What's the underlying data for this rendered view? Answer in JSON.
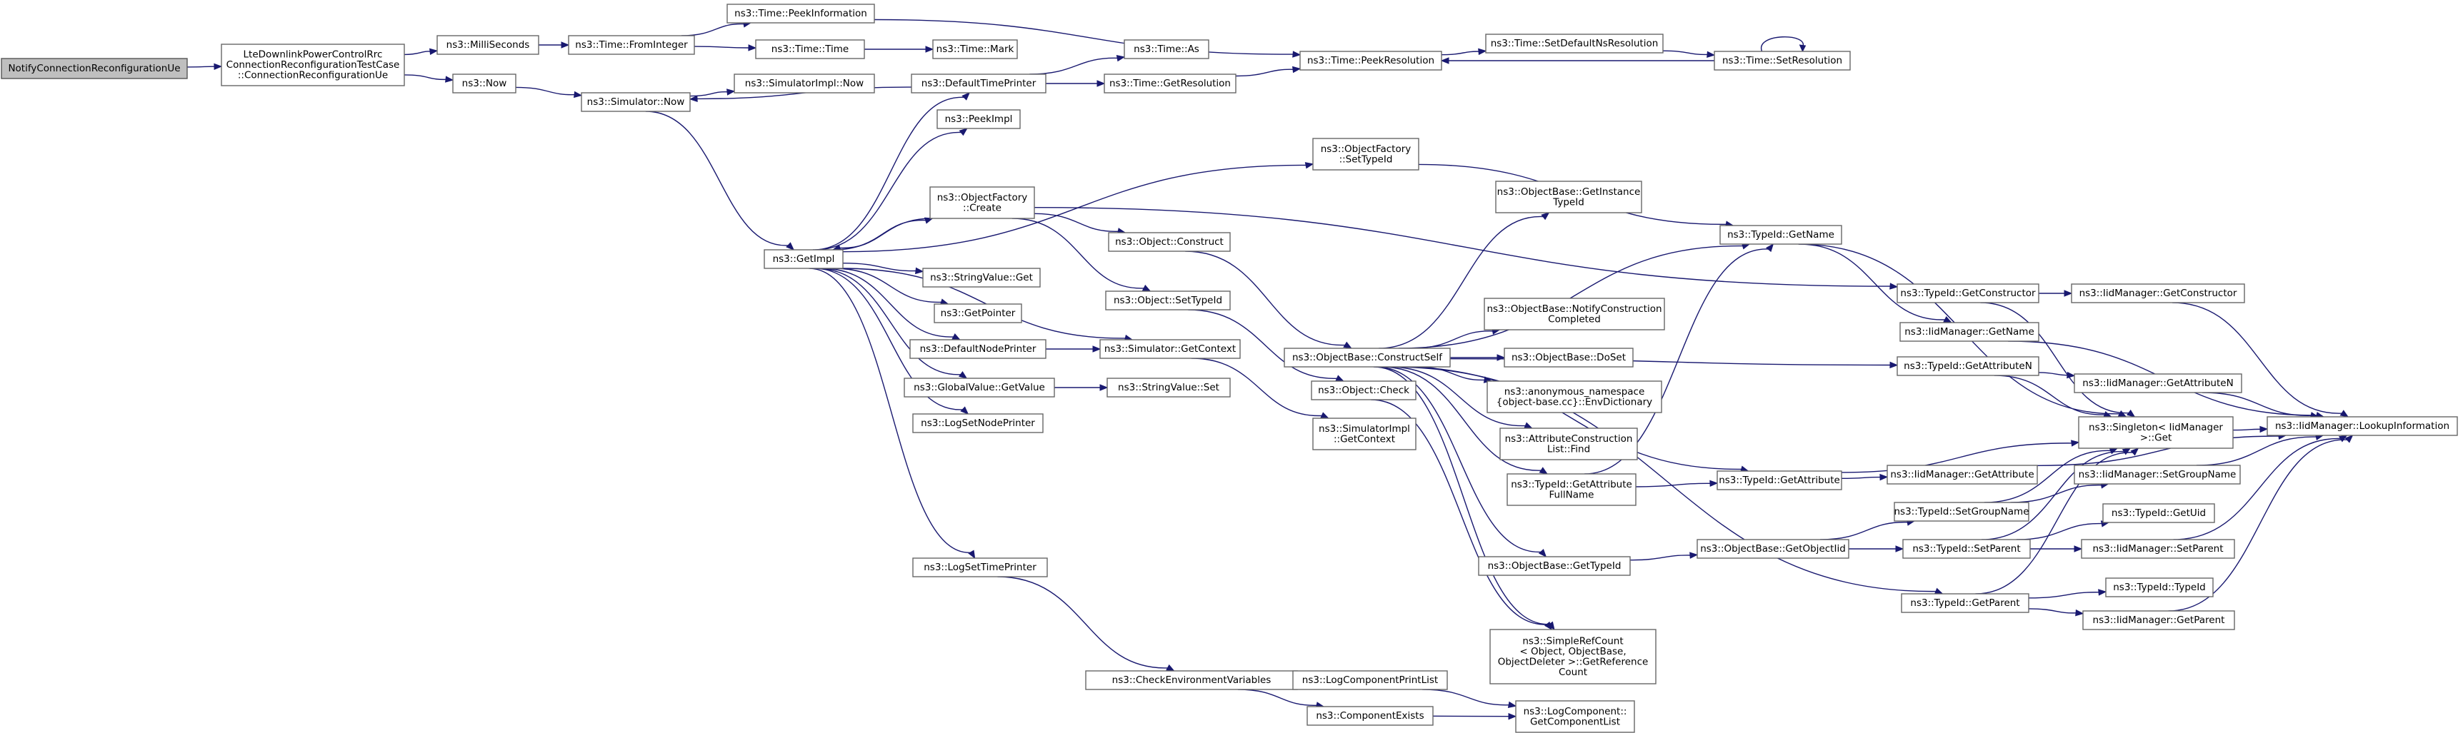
{
  "colors": {
    "edge": "#191970",
    "node_border": "#666666",
    "root_fill": "#bfbfbf",
    "node_fill": "#ffffff"
  },
  "nodes": [
    {
      "id": "n0",
      "lines": [
        "NotifyConnectionReconfigurationUe"
      ],
      "root": true
    },
    {
      "id": "n1",
      "lines": [
        "LteDownlinkPowerControlRrc",
        "ConnectionReconfigurationTestCase",
        "::ConnectionReconfigurationUe"
      ]
    },
    {
      "id": "n2",
      "lines": [
        "ns3::MilliSeconds"
      ]
    },
    {
      "id": "n3",
      "lines": [
        "ns3::Now"
      ]
    },
    {
      "id": "n4",
      "lines": [
        "ns3::Time::FromInteger"
      ]
    },
    {
      "id": "n5",
      "lines": [
        "ns3::Time::PeekInformation"
      ]
    },
    {
      "id": "n6",
      "lines": [
        "ns3::Time::Time"
      ]
    },
    {
      "id": "n7",
      "lines": [
        "ns3::Time::Mark"
      ]
    },
    {
      "id": "n8",
      "lines": [
        "ns3::Simulator::Now"
      ]
    },
    {
      "id": "n9",
      "lines": [
        "ns3::SimulatorImpl::Now"
      ]
    },
    {
      "id": "n10",
      "lines": [
        "ns3::DefaultTimePrinter"
      ]
    },
    {
      "id": "n11",
      "lines": [
        "ns3::Time::As"
      ]
    },
    {
      "id": "n12",
      "lines": [
        "ns3::Time::GetResolution"
      ]
    },
    {
      "id": "n13",
      "lines": [
        "ns3::Time::PeekResolution"
      ]
    },
    {
      "id": "n14",
      "lines": [
        "ns3::Time::SetDefaultNsResolution"
      ]
    },
    {
      "id": "n15",
      "lines": [
        "ns3::Time::SetResolution"
      ]
    },
    {
      "id": "n16",
      "lines": [
        "ns3::PeekImpl"
      ]
    },
    {
      "id": "n17",
      "lines": [
        "ns3::ObjectFactory",
        "::SetTypeId"
      ]
    },
    {
      "id": "n18",
      "lines": [
        "ns3::ObjectFactory",
        "::Create"
      ]
    },
    {
      "id": "n19",
      "lines": [
        "ns3::GetImpl"
      ]
    },
    {
      "id": "n20",
      "lines": [
        "ns3::StringValue::Get"
      ]
    },
    {
      "id": "n21",
      "lines": [
        "ns3::GetPointer"
      ]
    },
    {
      "id": "n22",
      "lines": [
        "ns3::DefaultNodePrinter"
      ]
    },
    {
      "id": "n23",
      "lines": [
        "ns3::GlobalValue::GetValue"
      ]
    },
    {
      "id": "n24",
      "lines": [
        "ns3::LogSetNodePrinter"
      ]
    },
    {
      "id": "n25",
      "lines": [
        "ns3::LogSetTimePrinter"
      ]
    },
    {
      "id": "n26",
      "lines": [
        "ns3::Object::Construct"
      ]
    },
    {
      "id": "n27",
      "lines": [
        "ns3::Object::SetTypeId"
      ]
    },
    {
      "id": "n28",
      "lines": [
        "ns3::Simulator::GetContext"
      ]
    },
    {
      "id": "n29",
      "lines": [
        "ns3::StringValue::Set"
      ]
    },
    {
      "id": "n30",
      "lines": [
        "ns3::ObjectBase::ConstructSelf"
      ]
    },
    {
      "id": "n31",
      "lines": [
        "ns3::Object::Check"
      ]
    },
    {
      "id": "n32",
      "lines": [
        "ns3::SimulatorImpl",
        "::GetContext"
      ]
    },
    {
      "id": "n33",
      "lines": [
        "ns3::ObjectBase::GetInstance",
        "TypeId"
      ]
    },
    {
      "id": "n34",
      "lines": [
        "ns3::TypeId::GetName"
      ]
    },
    {
      "id": "n35",
      "lines": [
        "ns3::ObjectBase::NotifyConstruction",
        "Completed"
      ]
    },
    {
      "id": "n36",
      "lines": [
        "ns3::ObjectBase::DoSet"
      ]
    },
    {
      "id": "n37",
      "lines": [
        "ns3::anonymous_namespace",
        "{object-base.cc}::EnvDictionary"
      ]
    },
    {
      "id": "n38",
      "lines": [
        "ns3::AttributeConstruction",
        "List::Find"
      ]
    },
    {
      "id": "n39",
      "lines": [
        "ns3::TypeId::GetAttribute",
        "FullName"
      ]
    },
    {
      "id": "n40",
      "lines": [
        "ns3::ObjectBase::GetTypeId"
      ]
    },
    {
      "id": "n41",
      "lines": [
        "ns3::SimpleRefCount",
        "< Object, ObjectBase,",
        "ObjectDeleter >::GetReference",
        "Count"
      ]
    },
    {
      "id": "n42",
      "lines": [
        "ns3::TypeId::GetConstructor"
      ]
    },
    {
      "id": "n43",
      "lines": [
        "ns3::IidManager::GetName"
      ]
    },
    {
      "id": "n44",
      "lines": [
        "ns3::TypeId::GetAttributeN"
      ]
    },
    {
      "id": "n45",
      "lines": [
        "ns3::TypeId::GetAttribute"
      ]
    },
    {
      "id": "n46",
      "lines": [
        "ns3::IidManager::GetAttribute"
      ]
    },
    {
      "id": "n47",
      "lines": [
        "ns3::TypeId::SetGroupName"
      ]
    },
    {
      "id": "n48",
      "lines": [
        "ns3::ObjectBase::GetObjectIid"
      ]
    },
    {
      "id": "n49",
      "lines": [
        "ns3::TypeId::SetParent"
      ]
    },
    {
      "id": "n50",
      "lines": [
        "ns3::TypeId::GetParent"
      ]
    },
    {
      "id": "n51",
      "lines": [
        "ns3::IidManager::GetConstructor"
      ]
    },
    {
      "id": "n52",
      "lines": [
        "ns3::Singleton< IidManager",
        " >::Get"
      ]
    },
    {
      "id": "n53",
      "lines": [
        "ns3::IidManager::GetAttributeN"
      ]
    },
    {
      "id": "n54",
      "lines": [
        "ns3::IidManager::SetGroupName"
      ]
    },
    {
      "id": "n55",
      "lines": [
        "ns3::TypeId::GetUid"
      ]
    },
    {
      "id": "n56",
      "lines": [
        "ns3::IidManager::SetParent"
      ]
    },
    {
      "id": "n57",
      "lines": [
        "ns3::TypeId::TypeId"
      ]
    },
    {
      "id": "n58",
      "lines": [
        "ns3::IidManager::GetParent"
      ]
    },
    {
      "id": "n59",
      "lines": [
        "ns3::IidManager::LookupInformation"
      ]
    },
    {
      "id": "n60",
      "lines": [
        "ns3::CheckEnvironmentVariables"
      ]
    },
    {
      "id": "n61",
      "lines": [
        "ns3::LogComponentPrintList"
      ]
    },
    {
      "id": "n62",
      "lines": [
        "ns3::ComponentExists"
      ]
    },
    {
      "id": "n63",
      "lines": [
        "ns3::LogComponent::",
        "GetComponentList"
      ]
    }
  ],
  "edges": [
    [
      "n0",
      "n1"
    ],
    [
      "n1",
      "n2"
    ],
    [
      "n1",
      "n3"
    ],
    [
      "n2",
      "n4"
    ],
    [
      "n4",
      "n5"
    ],
    [
      "n4",
      "n6"
    ],
    [
      "n6",
      "n7"
    ],
    [
      "n5",
      "n13"
    ],
    [
      "n3",
      "n8"
    ],
    [
      "n8",
      "n9"
    ],
    [
      "n8",
      "n19"
    ],
    [
      "n10",
      "n8"
    ],
    [
      "n10",
      "n11"
    ],
    [
      "n10",
      "n12"
    ],
    [
      "n12",
      "n13"
    ],
    [
      "n13",
      "n14"
    ],
    [
      "n14",
      "n15"
    ],
    [
      "n15",
      "n13"
    ],
    [
      "n15",
      "n15"
    ],
    [
      "n19",
      "n10"
    ],
    [
      "n19",
      "n16"
    ],
    [
      "n19",
      "n17"
    ],
    [
      "n19",
      "n18"
    ],
    [
      "n19",
      "n20"
    ],
    [
      "n19",
      "n21"
    ],
    [
      "n19",
      "n22"
    ],
    [
      "n19",
      "n23"
    ],
    [
      "n19",
      "n24"
    ],
    [
      "n19",
      "n25"
    ],
    [
      "n19",
      "n28"
    ],
    [
      "n18",
      "n19"
    ],
    [
      "n18",
      "n26"
    ],
    [
      "n18",
      "n27"
    ],
    [
      "n18",
      "n42"
    ],
    [
      "n17",
      "n34"
    ],
    [
      "n22",
      "n28"
    ],
    [
      "n23",
      "n29"
    ],
    [
      "n28",
      "n32"
    ],
    [
      "n26",
      "n30"
    ],
    [
      "n27",
      "n31"
    ],
    [
      "n30",
      "n33"
    ],
    [
      "n30",
      "n34"
    ],
    [
      "n30",
      "n35"
    ],
    [
      "n30",
      "n36"
    ],
    [
      "n30",
      "n37"
    ],
    [
      "n30",
      "n38"
    ],
    [
      "n30",
      "n39"
    ],
    [
      "n30",
      "n40"
    ],
    [
      "n30",
      "n41"
    ],
    [
      "n30",
      "n44"
    ],
    [
      "n30",
      "n45"
    ],
    [
      "n30",
      "n50"
    ],
    [
      "n31",
      "n41"
    ],
    [
      "n34",
      "n43"
    ],
    [
      "n34",
      "n52"
    ],
    [
      "n39",
      "n45"
    ],
    [
      "n39",
      "n34"
    ],
    [
      "n40",
      "n48"
    ],
    [
      "n48",
      "n47"
    ],
    [
      "n48",
      "n49"
    ],
    [
      "n45",
      "n46"
    ],
    [
      "n45",
      "n52"
    ],
    [
      "n42",
      "n51"
    ],
    [
      "n42",
      "n52"
    ],
    [
      "n43",
      "n59"
    ],
    [
      "n44",
      "n53"
    ],
    [
      "n44",
      "n52"
    ],
    [
      "n46",
      "n59"
    ],
    [
      "n47",
      "n54"
    ],
    [
      "n47",
      "n52"
    ],
    [
      "n49",
      "n55"
    ],
    [
      "n49",
      "n56"
    ],
    [
      "n49",
      "n52"
    ],
    [
      "n50",
      "n57"
    ],
    [
      "n50",
      "n58"
    ],
    [
      "n50",
      "n52"
    ],
    [
      "n51",
      "n59"
    ],
    [
      "n53",
      "n59"
    ],
    [
      "n54",
      "n59"
    ],
    [
      "n56",
      "n59"
    ],
    [
      "n58",
      "n59"
    ],
    [
      "n52",
      "n59"
    ],
    [
      "n25",
      "n60"
    ],
    [
      "n60",
      "n61"
    ],
    [
      "n60",
      "n62"
    ],
    [
      "n61",
      "n63"
    ],
    [
      "n62",
      "n63"
    ]
  ]
}
